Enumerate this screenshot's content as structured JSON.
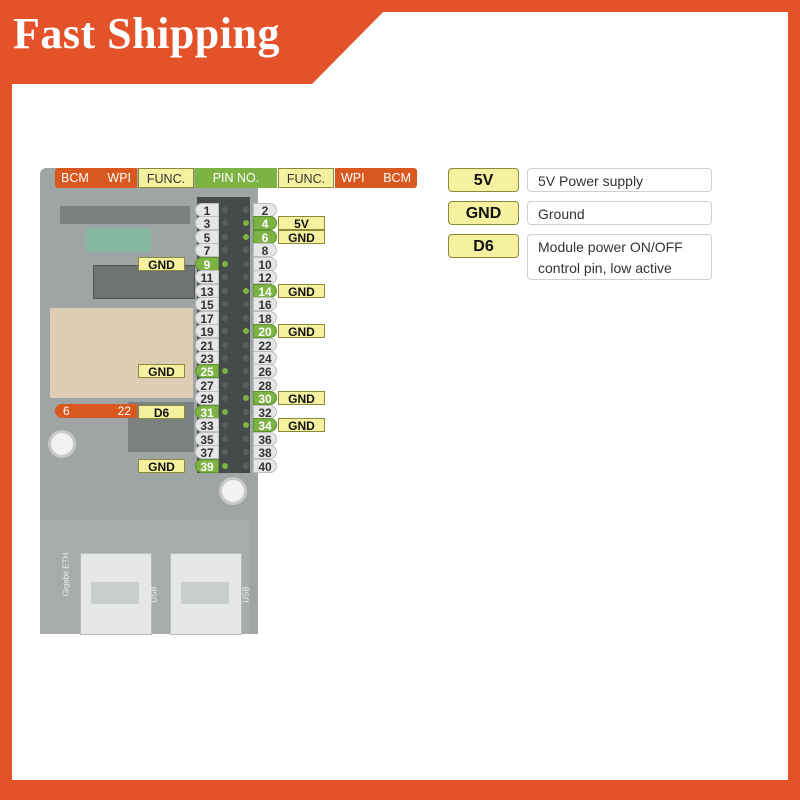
{
  "banner": {
    "title": "Fast Shipping"
  },
  "header": {
    "left_bcm": "BCM",
    "left_wpi": "WPI",
    "left_func": "FUNC.",
    "pin_no": "PIN NO.",
    "right_func": "FUNC.",
    "right_wpi": "WPI",
    "right_bcm": "BCM"
  },
  "pins_odd": [
    "1",
    "3",
    "5",
    "7",
    "9",
    "11",
    "13",
    "15",
    "17",
    "19",
    "21",
    "23",
    "25",
    "27",
    "29",
    "31",
    "33",
    "35",
    "37",
    "39"
  ],
  "pins_even": [
    "2",
    "4",
    "6",
    "8",
    "10",
    "12",
    "14",
    "16",
    "18",
    "20",
    "22",
    "24",
    "26",
    "28",
    "30",
    "32",
    "34",
    "36",
    "38",
    "40"
  ],
  "right_funcs": [
    {
      "pin": "4",
      "label": "5V"
    },
    {
      "pin": "6",
      "label": "GND"
    },
    {
      "pin": "14",
      "label": "GND"
    },
    {
      "pin": "20",
      "label": "GND"
    },
    {
      "pin": "30",
      "label": "GND"
    },
    {
      "pin": "34",
      "label": "GND"
    }
  ],
  "left_funcs": [
    {
      "pin": "9",
      "label": "GND"
    },
    {
      "pin": "25",
      "label": "GND"
    },
    {
      "pin": "31",
      "label": "D6"
    },
    {
      "pin": "39",
      "label": "GND"
    }
  ],
  "pin31": {
    "bcm": "6",
    "wpi": "22"
  },
  "board_silk": {
    "eth": "Gigabit ETH",
    "usb1": "USB",
    "usb2": "USB"
  },
  "legend": [
    {
      "key": "5V",
      "desc": "5V Power supply"
    },
    {
      "key": "GND",
      "desc": "Ground"
    },
    {
      "key": "D6",
      "desc": "Module power ON/OFF control pin, low active"
    }
  ],
  "colors": {
    "accent": "#e4522a",
    "func": "#f5f1a0",
    "pin_green": "#7cb342",
    "bcm_orange": "#d9581f"
  }
}
